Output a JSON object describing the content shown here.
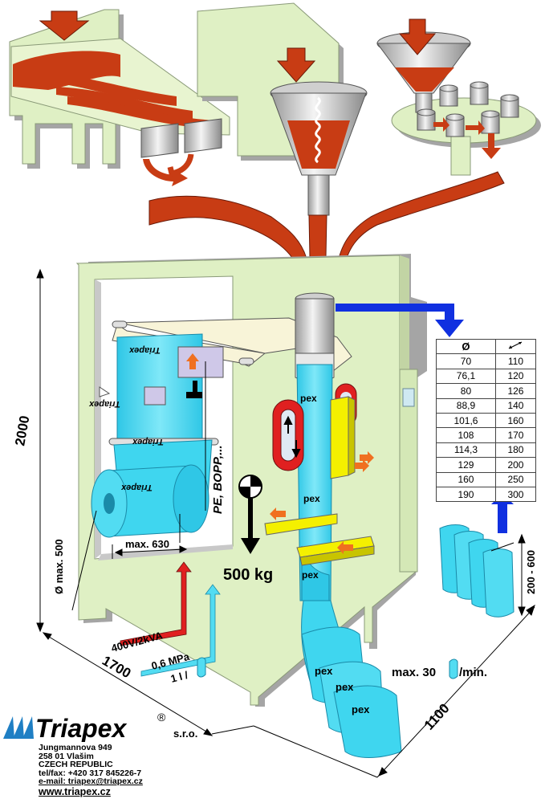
{
  "dimensions": {
    "height": "2000",
    "width": "1700",
    "depth": "1100",
    "roll_diameter": "Ø max. 500",
    "roll_width": "max. 630",
    "bag_length": "200 - 600"
  },
  "labels": {
    "film_types": "PE, BOPP,...",
    "load": "500 kg",
    "power": "400V/2kVA",
    "air_pressure": "0,6 MPa",
    "air_flow": "1 l /",
    "output": "max. 30",
    "output_unit": "/min.",
    "film_print": "Triapex",
    "bag_print": "pex"
  },
  "table": {
    "header_diameter": "Ø",
    "rows": [
      [
        "70",
        "110"
      ],
      [
        "76,1",
        "120"
      ],
      [
        "80",
        "126"
      ],
      [
        "88,9",
        "140"
      ],
      [
        "101,6",
        "160"
      ],
      [
        "108",
        "170"
      ],
      [
        "114,3",
        "180"
      ],
      [
        "129",
        "200"
      ],
      [
        "160",
        "250"
      ],
      [
        "190",
        "300"
      ]
    ]
  },
  "company": {
    "name": "Triapex",
    "registered": "®",
    "suffix": "s.r.o.",
    "street": "Jungmannova 949",
    "city": "258 01 Vlašim",
    "country": "CZECH  REPUBLIC",
    "phone": "tel/fax: +420 317 845226-7",
    "email": "e-mail: triapex@triapex.cz",
    "web": "www.triapex.cz"
  },
  "colors": {
    "machine": "#dff0c4",
    "product": "#c83c14",
    "film": "#3fd6ef",
    "brand_blue": "#1f7fc4",
    "signal_blue": "#1030e0",
    "sealer_yellow": "#f4f000"
  }
}
